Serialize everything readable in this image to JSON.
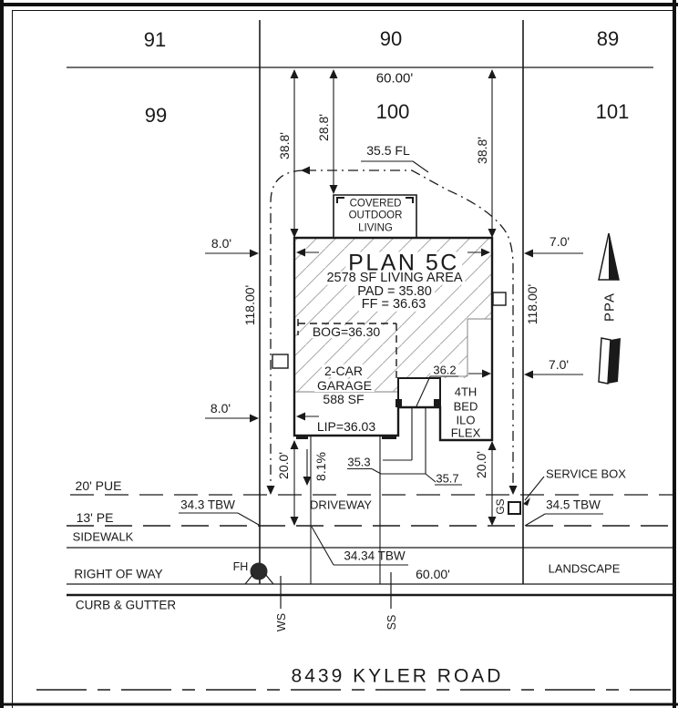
{
  "lots": {
    "l91": "91",
    "l90": "90",
    "l89": "89",
    "l99": "99",
    "l100": "100",
    "l101": "101"
  },
  "dims": {
    "frontage_top": "60.00'",
    "left_388": "38.8'",
    "mid_288": "28.8'",
    "right_388": "38.8'",
    "flow_line": "35.5 FL",
    "left_8_upper": "8.0'",
    "left_8_lower": "8.0'",
    "right_7_upper": "7.0'",
    "right_7_lower": "7.0'",
    "depth_left": "118.00'",
    "depth_right": "118.00'",
    "setback_left_20": "20.0'",
    "setback_right_20": "20.0'",
    "slope": "8.1%",
    "frontage_bottom": "60.00'"
  },
  "house": {
    "plan": "PLAN 5C",
    "area": "2578 SF LIVING AREA",
    "pad": "PAD = 35.80",
    "ff": "FF = 36.63",
    "bog": "BOG=36.30",
    "col_1": "COVERED",
    "col_2": "OUTDOOR",
    "col_3": "LIVING",
    "garage_1": "2-CAR",
    "garage_2": "GARAGE",
    "garage_sf": "588 SF",
    "lip": "LIP=36.03",
    "flex_1": "4TH",
    "flex_2": "BED",
    "flex_3": "ILO",
    "flex_4": "FLEX",
    "elev_36_2": "36.2",
    "elev_35_3": "35.3",
    "elev_35_7": "35.7"
  },
  "street": {
    "pue": "20' PUE",
    "pe": "13' PE",
    "sidewalk": "SIDEWALK",
    "right_of_way": "RIGHT OF WAY",
    "curb_gutter": "CURB & GUTTER",
    "driveway": "DRIVEWAY",
    "landscape": "LANDSCAPE",
    "tbw_left": "34.3 TBW",
    "tbw_right": "34.5 TBW",
    "tbw_center": "34.34 TBW",
    "service_box": "SERVICE BOX",
    "gs": "GS",
    "fh": "FH",
    "ws": "WS",
    "ss": "SS",
    "road": "8439 KYLER ROAD"
  },
  "north_arrow": {
    "label": "PPA"
  },
  "colors": {
    "ink": "#1a1a1a",
    "hatch": "#a9a9a9",
    "gray_line": "#999999"
  }
}
